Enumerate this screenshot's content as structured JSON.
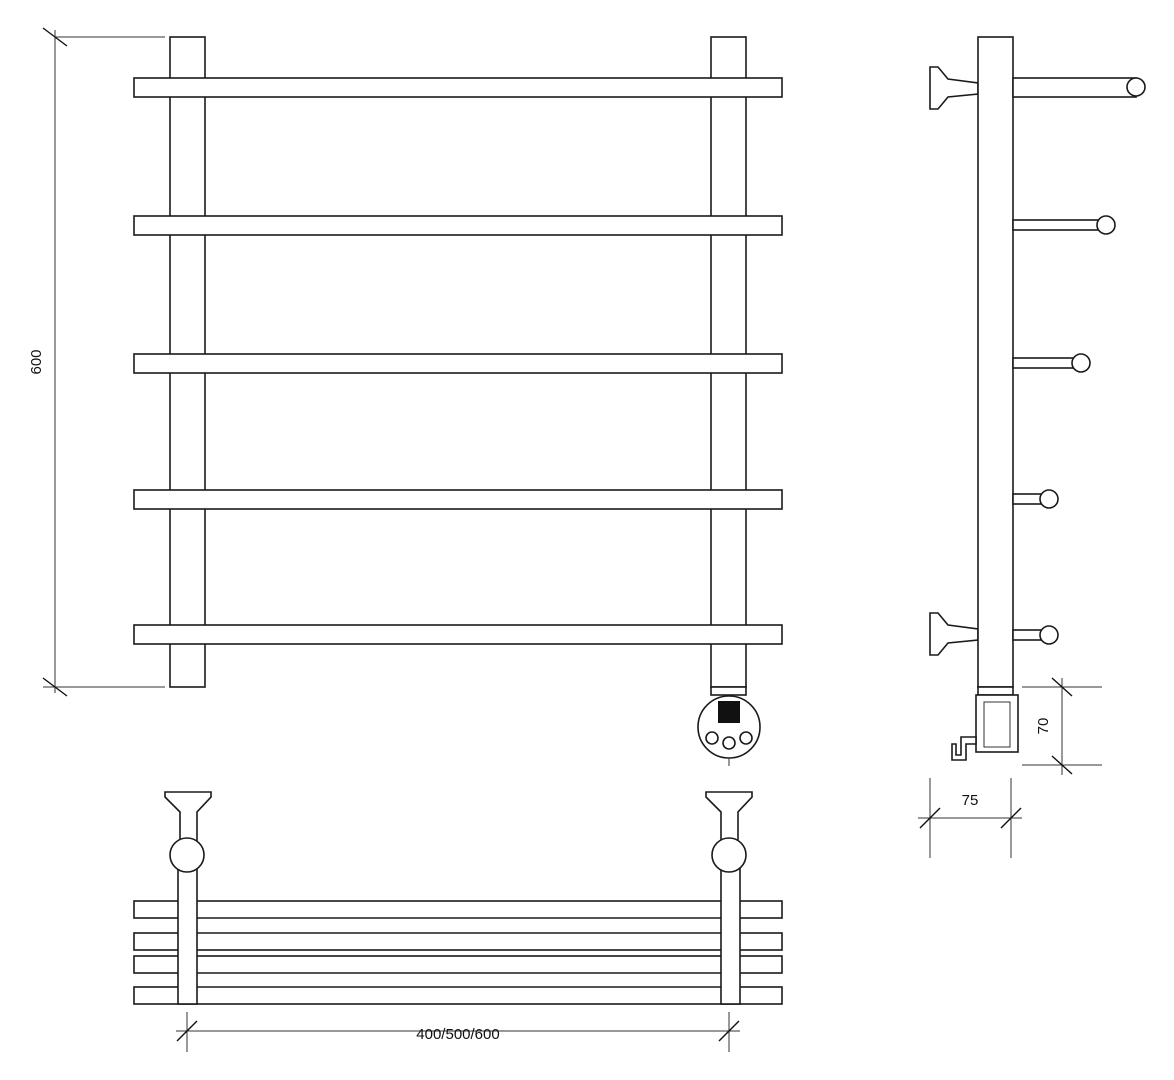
{
  "dimensions": {
    "height_label": "600",
    "width_label": "400/500/600",
    "element_height_label": "70",
    "element_width_label": "75"
  }
}
